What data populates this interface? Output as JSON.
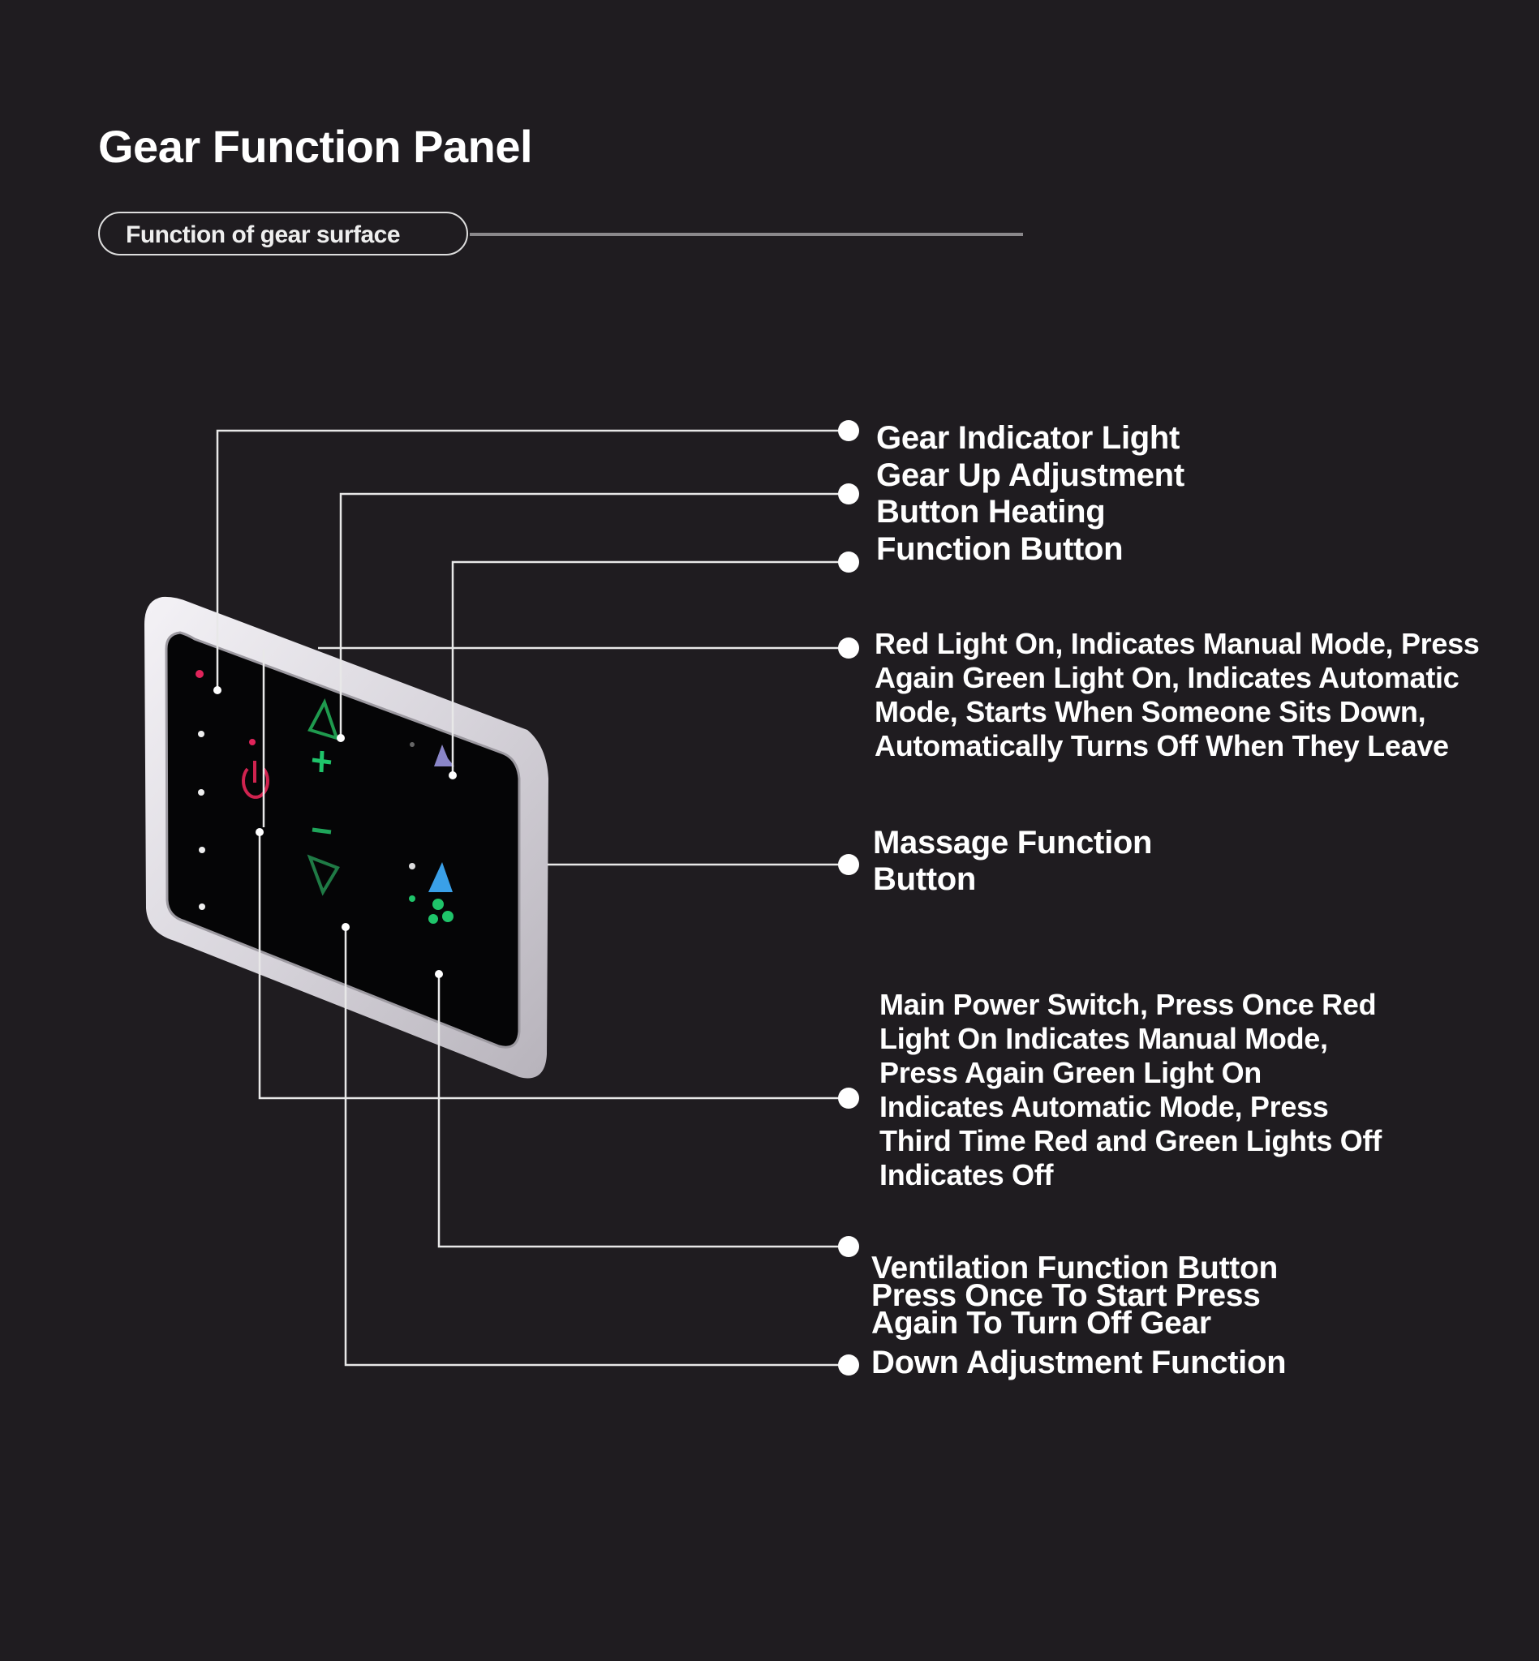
{
  "title": "Gear Function Panel",
  "section_pill": "Function of gear surface",
  "colors": {
    "background": "#1f1c20",
    "text": "#ffffff",
    "red_light": "#e0245a",
    "green_icon": "#1fc46a",
    "blue_icon": "#3aa0e8",
    "purple_icon": "#8a86c8"
  },
  "callouts": [
    {
      "id": "gear-indicator-light",
      "text": "Gear Indicator Light"
    },
    {
      "id": "gear-up",
      "text": "Gear Up Adjustment\nButton Heating"
    },
    {
      "id": "heating",
      "text": "Function Button"
    },
    {
      "id": "heating-modes",
      "text": "Red Light On, Indicates Manual Mode, Press\nAgain Green Light On, Indicates Automatic\nMode, Starts When Someone Sits Down,\nAutomatically Turns Off When They Leave"
    },
    {
      "id": "massage",
      "text": "Massage Function\nButton"
    },
    {
      "id": "power",
      "text": "Main Power Switch, Press Once Red\nLight On Indicates Manual Mode,\nPress Again Green Light On\nIndicates Automatic Mode, Press\nThird Time Red and Green Lights Off\nIndicates Off"
    },
    {
      "id": "ventilation",
      "text": "Ventilation Function Button\nPress Once To Start Press\nAgain To Turn Off Gear"
    },
    {
      "id": "gear-down",
      "text": "Down Adjustment Function"
    }
  ]
}
